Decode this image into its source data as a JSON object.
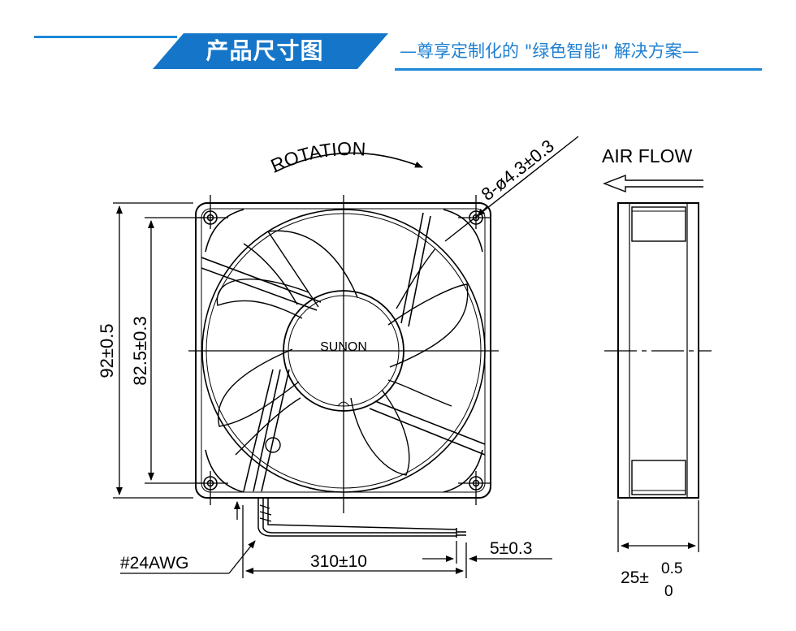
{
  "header": {
    "title": "产品尺寸图",
    "subtitle": "—尊享定制化的 \"绿色智能\" 解决方案—"
  },
  "drawing": {
    "rotation_label": "ROTATION",
    "hole_label": "8-ø4.3±0.3",
    "airflow_label": "AIR FLOW",
    "brand_label": "SUNON",
    "dim_outer": "92±0.5",
    "dim_hole_pitch": "82.5±0.3",
    "wire_gauge": "#24AWG",
    "wire_length": "310±10",
    "wire_strip": "5±0.3",
    "thickness_base": "25±",
    "thickness_upper": "0.5",
    "thickness_lower": "0"
  },
  "colors": {
    "accent": "#1576c9",
    "line": "#000000"
  }
}
